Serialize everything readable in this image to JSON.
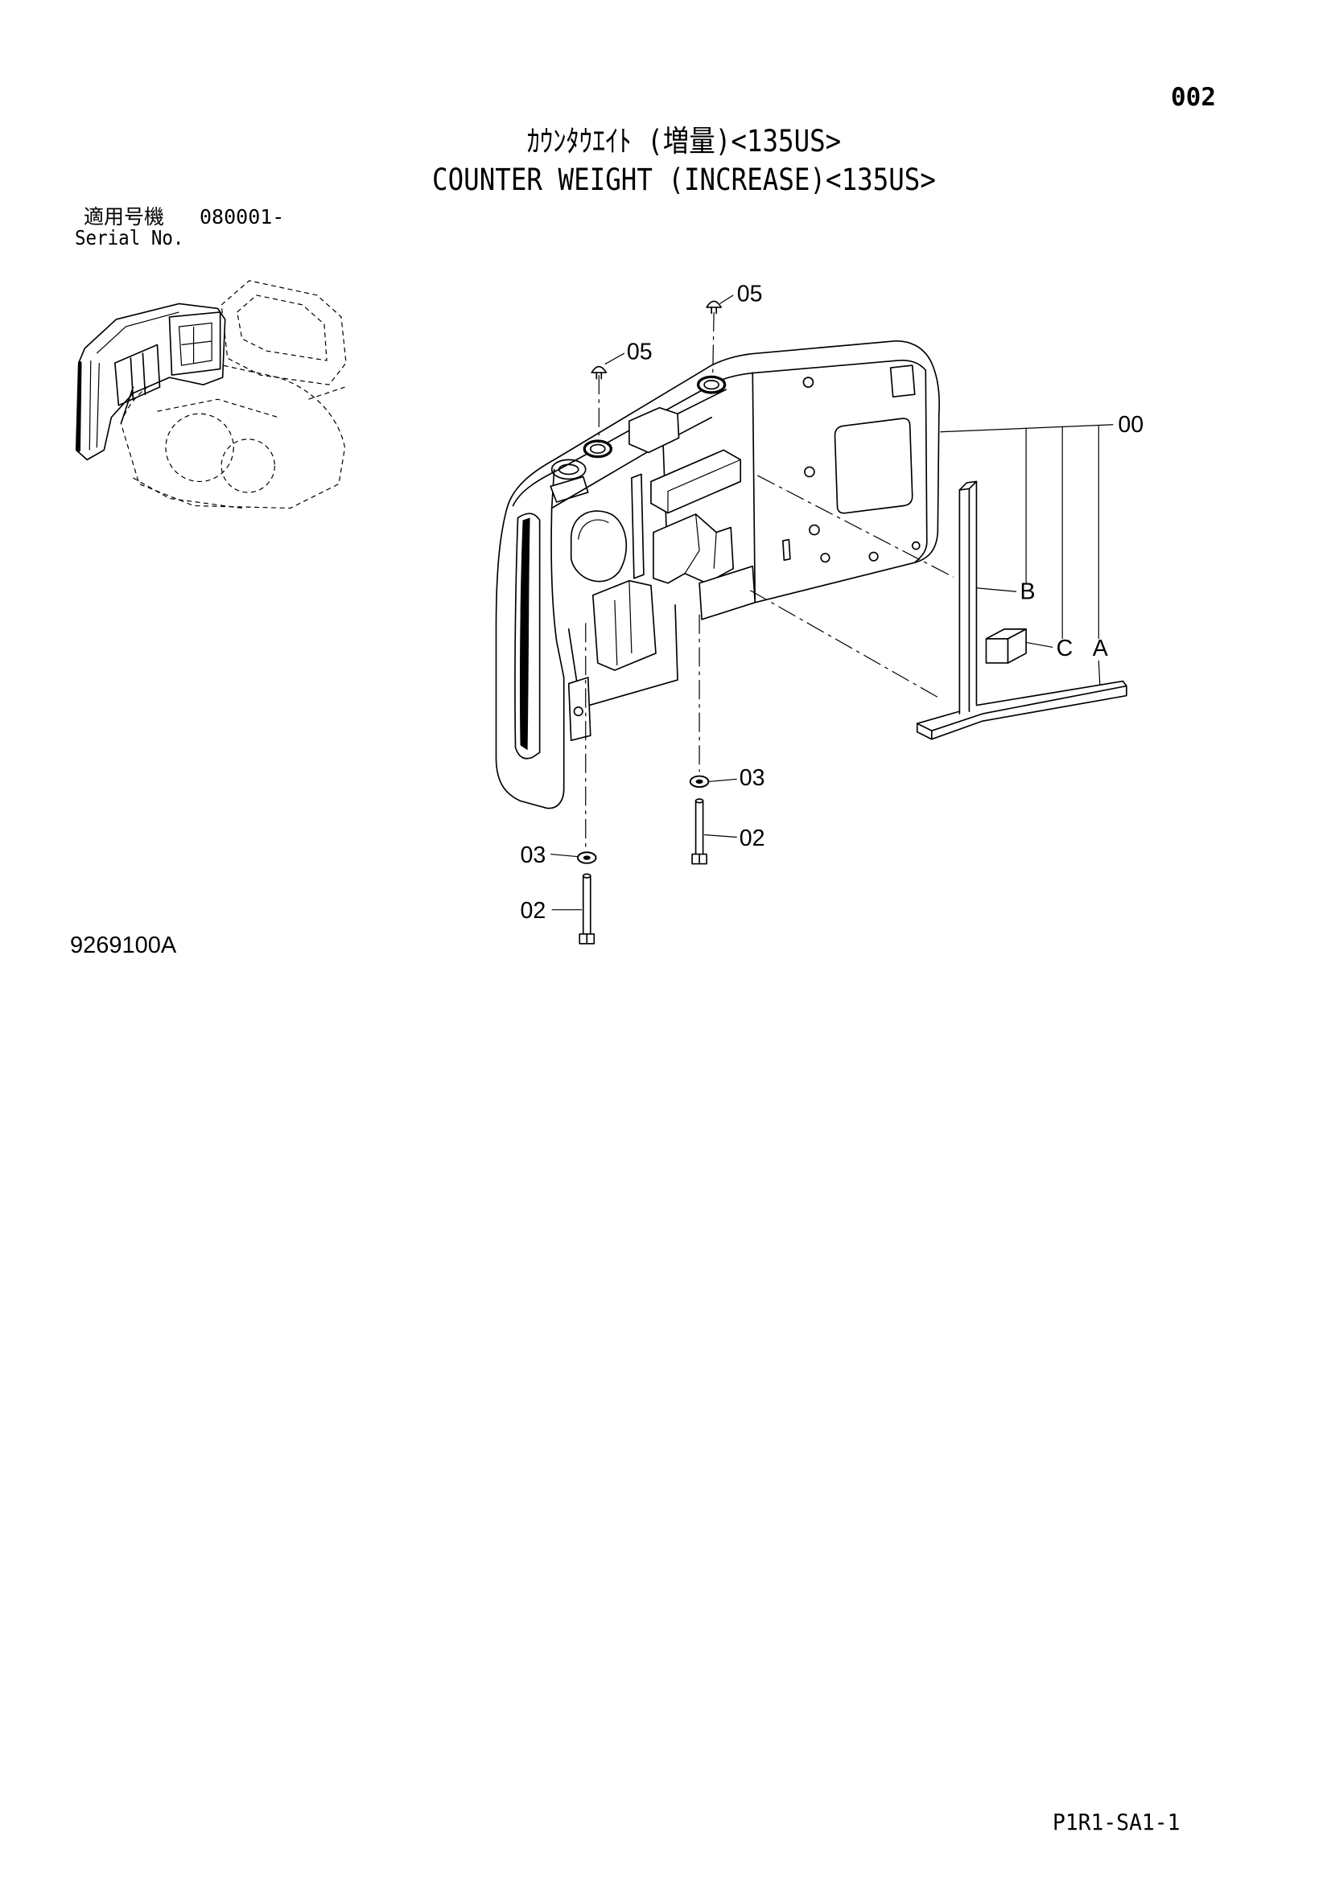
{
  "page": {
    "page_number": "002",
    "title_ja": "ｶｳﾝﾀｳｴｲﾄ (増量)<135US>",
    "title_en": "COUNTER WEIGHT (INCREASE)<135US>",
    "serial": {
      "label_ja": "適用号機",
      "value": "080001-",
      "label_en": "Serial No."
    },
    "figure_code": "9269100A",
    "footer_code": "P1R1-SA1-1"
  },
  "callouts": {
    "pin_top": "05",
    "pin_left": "05",
    "assembly": "00",
    "part_b": "B",
    "part_c": "C",
    "part_a": "A",
    "washer_right": "03",
    "bolt_right": "02",
    "washer_left": "03",
    "bolt_left": "02"
  }
}
